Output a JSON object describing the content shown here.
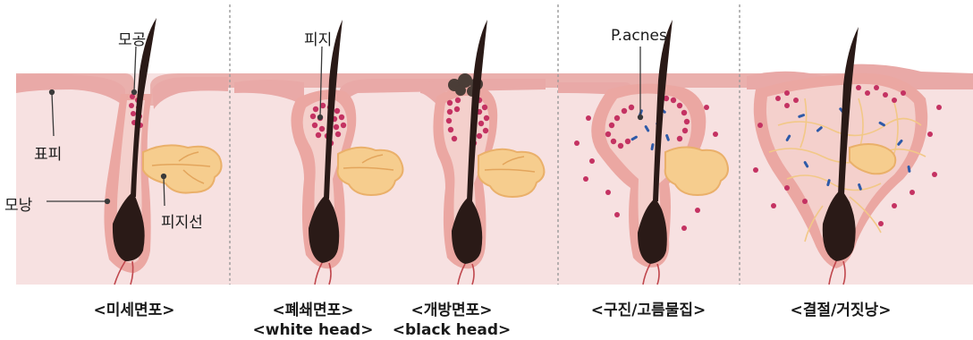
{
  "labels": {
    "pore": "모공",
    "epidermis": "표피",
    "follicle": "모낭",
    "sebaceous_gland": "피지선",
    "sebum": "피지",
    "p_acnes": "P.acnes"
  },
  "captions": [
    {
      "line1": "<미세면포>",
      "line2": ""
    },
    {
      "line1": "<폐쇄면포>",
      "line2": "<white head>"
    },
    {
      "line1": "<개방면포>",
      "line2": "<black head>"
    },
    {
      "line1": "<구진/고름물집>",
      "line2": ""
    },
    {
      "line1": "<결절/거짓낭>",
      "line2": ""
    }
  ],
  "colors": {
    "dermis": "#f6dede",
    "epidermis": "#e8a8a8",
    "hair": "#2a1a17",
    "sebum_dot": "#c43262",
    "gland": "#f4c987",
    "bacteria": "#2e5aa8",
    "divider": "#aaaaaa"
  }
}
